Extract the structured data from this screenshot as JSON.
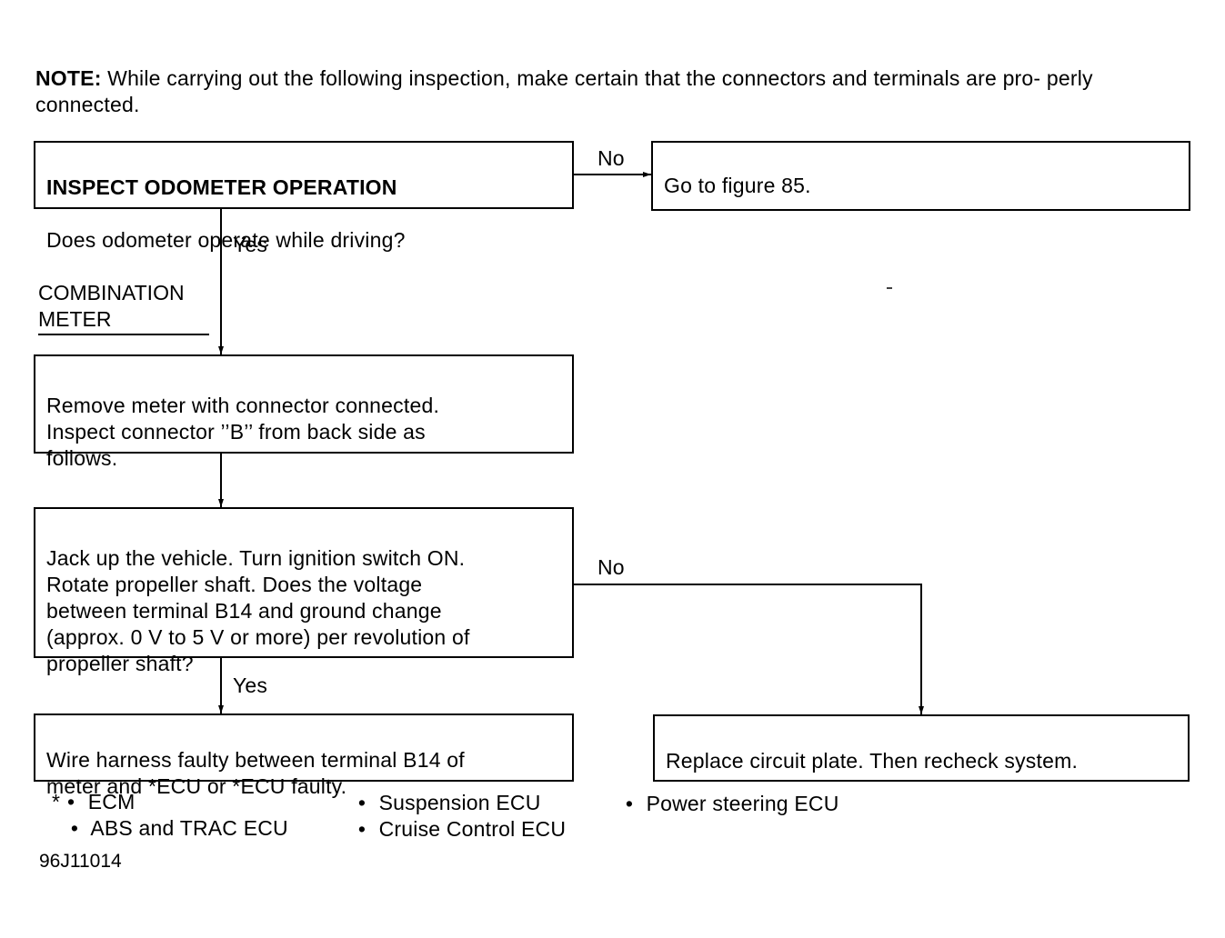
{
  "note": {
    "label": "NOTE:",
    "text": "While carrying out the following inspection, make certain that the connectors and terminals are pro- perly connected."
  },
  "boxes": {
    "inspect": {
      "title": "INSPECT ODOMETER OPERATION",
      "body": "Does odometer operate while driving?"
    },
    "goto": {
      "text": "Go to figure 85."
    },
    "remove": {
      "text": "Remove meter with connector connected.\nInspect connector ’’B’’ from back side as\nfollows."
    },
    "jack": {
      "text": "Jack up the vehicle. Turn ignition switch ON.\nRotate propeller shaft. Does the voltage\nbetween terminal B14 and ground change\n(approx. 0 V to 5 V or more) per revolution of\npropeller shaft?"
    },
    "harness": {
      "text": "Wire harness faulty between terminal B14 of\nmeter and *ECU or  *ECU faulty."
    },
    "replace": {
      "text": "Replace circuit plate. Then recheck system."
    }
  },
  "labels": {
    "no1": "No",
    "yes1": "Yes",
    "no2": "No",
    "yes2": "Yes"
  },
  "section": {
    "title": "COMBINATION\nMETER"
  },
  "footnotes": {
    "col1": [
      "ECM",
      "ABS and TRAC ECU"
    ],
    "col2": [
      "Suspension ECU",
      "Cruise Control ECU"
    ],
    "col3": [
      "Power steering ECU"
    ],
    "star": "*"
  },
  "figure_id": "96J11014"
}
